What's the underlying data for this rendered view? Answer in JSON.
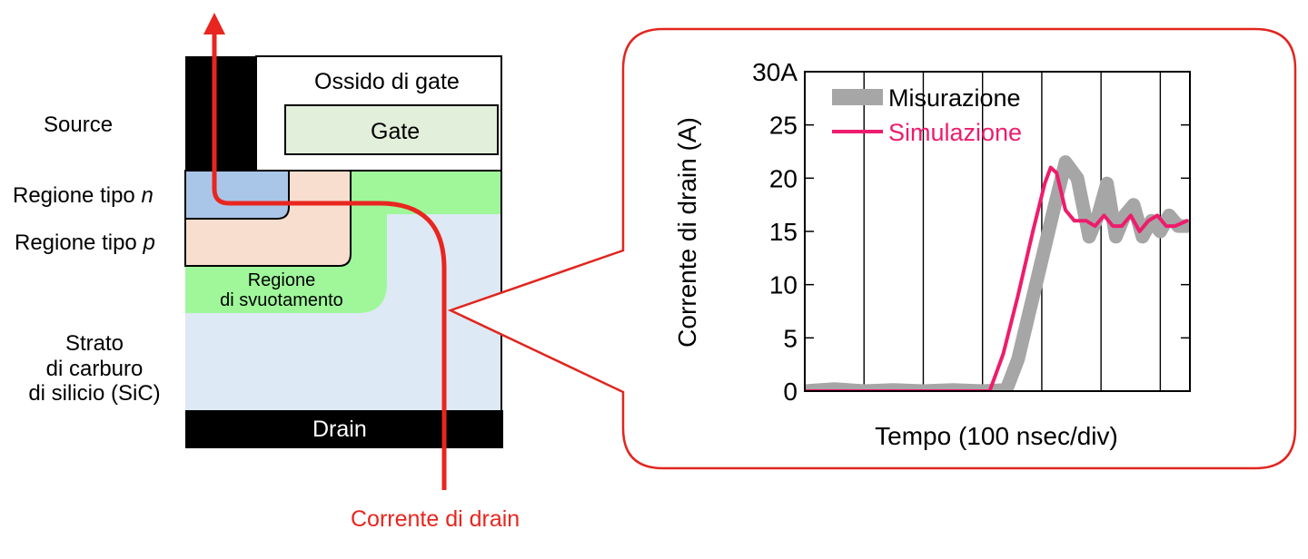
{
  "labels": {
    "source": "Source",
    "n_region_prefix": "Regione tipo ",
    "n_region_letter": "n",
    "p_region_prefix": "Regione tipo ",
    "p_region_letter": "p",
    "sic_line1": "Strato",
    "sic_line2": "di carburo",
    "sic_line3": "di silicio (SiC)",
    "oxide": "Ossido di gate",
    "gate": "Gate",
    "depletion_line1": "Regione",
    "depletion_line2": "di svuotamento",
    "drain": "Drain",
    "drain_current": "Corrente di drain"
  },
  "colors": {
    "current_path": "#e8261f",
    "callout_border": "#e0261f",
    "n_region": "#a9c6e8",
    "p_region": "#f7dece",
    "depletion": "#9ff79a",
    "substrate": "#dde9f4",
    "gate_fill": "#e2efda",
    "metal": "#000000"
  },
  "chart_data": {
    "type": "line",
    "xlabel": "Tempo (100 nsec/div)",
    "ylabel": "Corrente di drain (A)",
    "ylim": [
      0,
      30
    ],
    "yticks": [
      "0",
      "5",
      "10",
      "15",
      "20",
      "25",
      "30A"
    ],
    "ytick_values": [
      0,
      5,
      10,
      15,
      20,
      25,
      30
    ],
    "xlim": [
      0,
      6.5
    ],
    "xdivisions": 6.5,
    "grid": true,
    "legend_position": "top-left",
    "series": [
      {
        "name": "Misurazione",
        "color": "#a6a6a6",
        "x": [
          0,
          0.5,
          1,
          1.5,
          2,
          2.5,
          3,
          3.4,
          3.6,
          3.9,
          4.2,
          4.4,
          4.6,
          4.8,
          4.95,
          5.1,
          5.25,
          5.4,
          5.55,
          5.7,
          5.85,
          6,
          6.15,
          6.3,
          6.45
        ],
        "y": [
          0,
          0.2,
          0,
          0.1,
          0,
          0.1,
          0,
          0.1,
          3,
          10,
          17,
          21.5,
          20,
          14.5,
          16.5,
          19.5,
          14.5,
          16.5,
          17.5,
          14.5,
          16,
          15,
          16.5,
          15.5,
          15.5
        ]
      },
      {
        "name": "Simulazione",
        "color": "#ee1c6c",
        "x": [
          0,
          1,
          2,
          3,
          3.12,
          3.35,
          3.6,
          3.85,
          4.05,
          4.15,
          4.25,
          4.4,
          4.55,
          4.75,
          4.9,
          5.05,
          5.2,
          5.35,
          5.5,
          5.65,
          5.8,
          5.95,
          6.1,
          6.25,
          6.45
        ],
        "y": [
          0,
          0,
          0,
          0,
          0,
          3.5,
          9,
          15,
          19.5,
          21,
          20.5,
          17,
          16,
          16,
          15.5,
          16.5,
          15.5,
          15.5,
          16.5,
          15,
          16,
          16.5,
          15.5,
          15.5,
          16
        ]
      }
    ]
  }
}
